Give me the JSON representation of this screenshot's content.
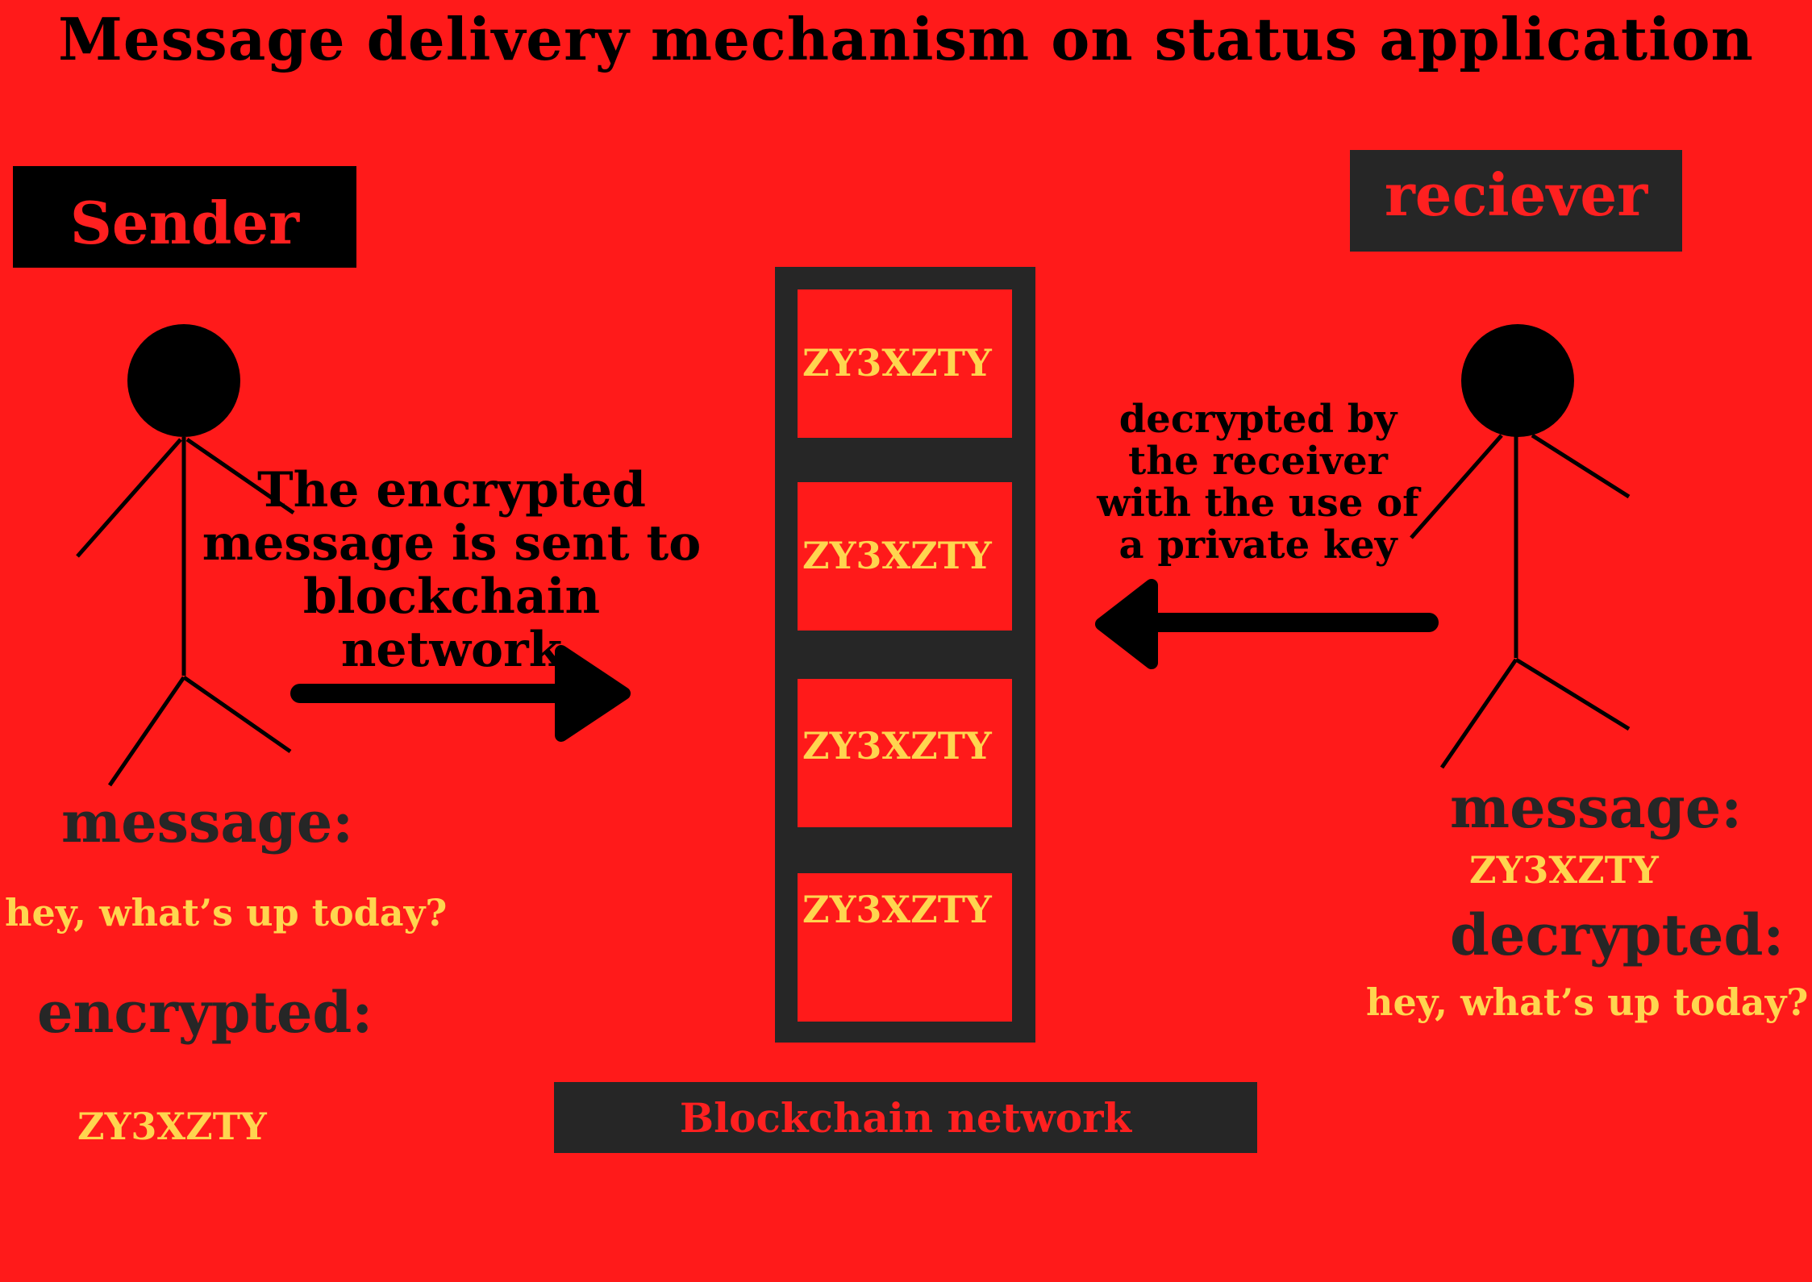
{
  "title": "Message delivery mechanism on status application",
  "sender": {
    "label": "Sender",
    "message_label": "message:",
    "message": "hey, what’s up today?",
    "encrypted_label": "encrypted:",
    "encrypted": "ZY3XZTY"
  },
  "receiver": {
    "label": "reciever",
    "message_label": "message:",
    "message": "ZY3XZTY",
    "decrypted_label": "decrypted:",
    "decrypted": "hey, what’s up today?"
  },
  "send_note": [
    "The encrypted",
    "message is sent to",
    "blockchain network"
  ],
  "decrypt_note": [
    "decrypted by",
    "the receiver",
    "with the use of",
    "a private key"
  ],
  "blocks": [
    "ZY3XZTY",
    "ZY3XZTY",
    "ZY3XZTY",
    "ZY3XZTY"
  ],
  "network_label": "Blockchain network",
  "colors": {
    "background": "#ff1a1a",
    "dark": "#262626",
    "highlight": "#ffd54f",
    "accent": "#ff2020"
  }
}
